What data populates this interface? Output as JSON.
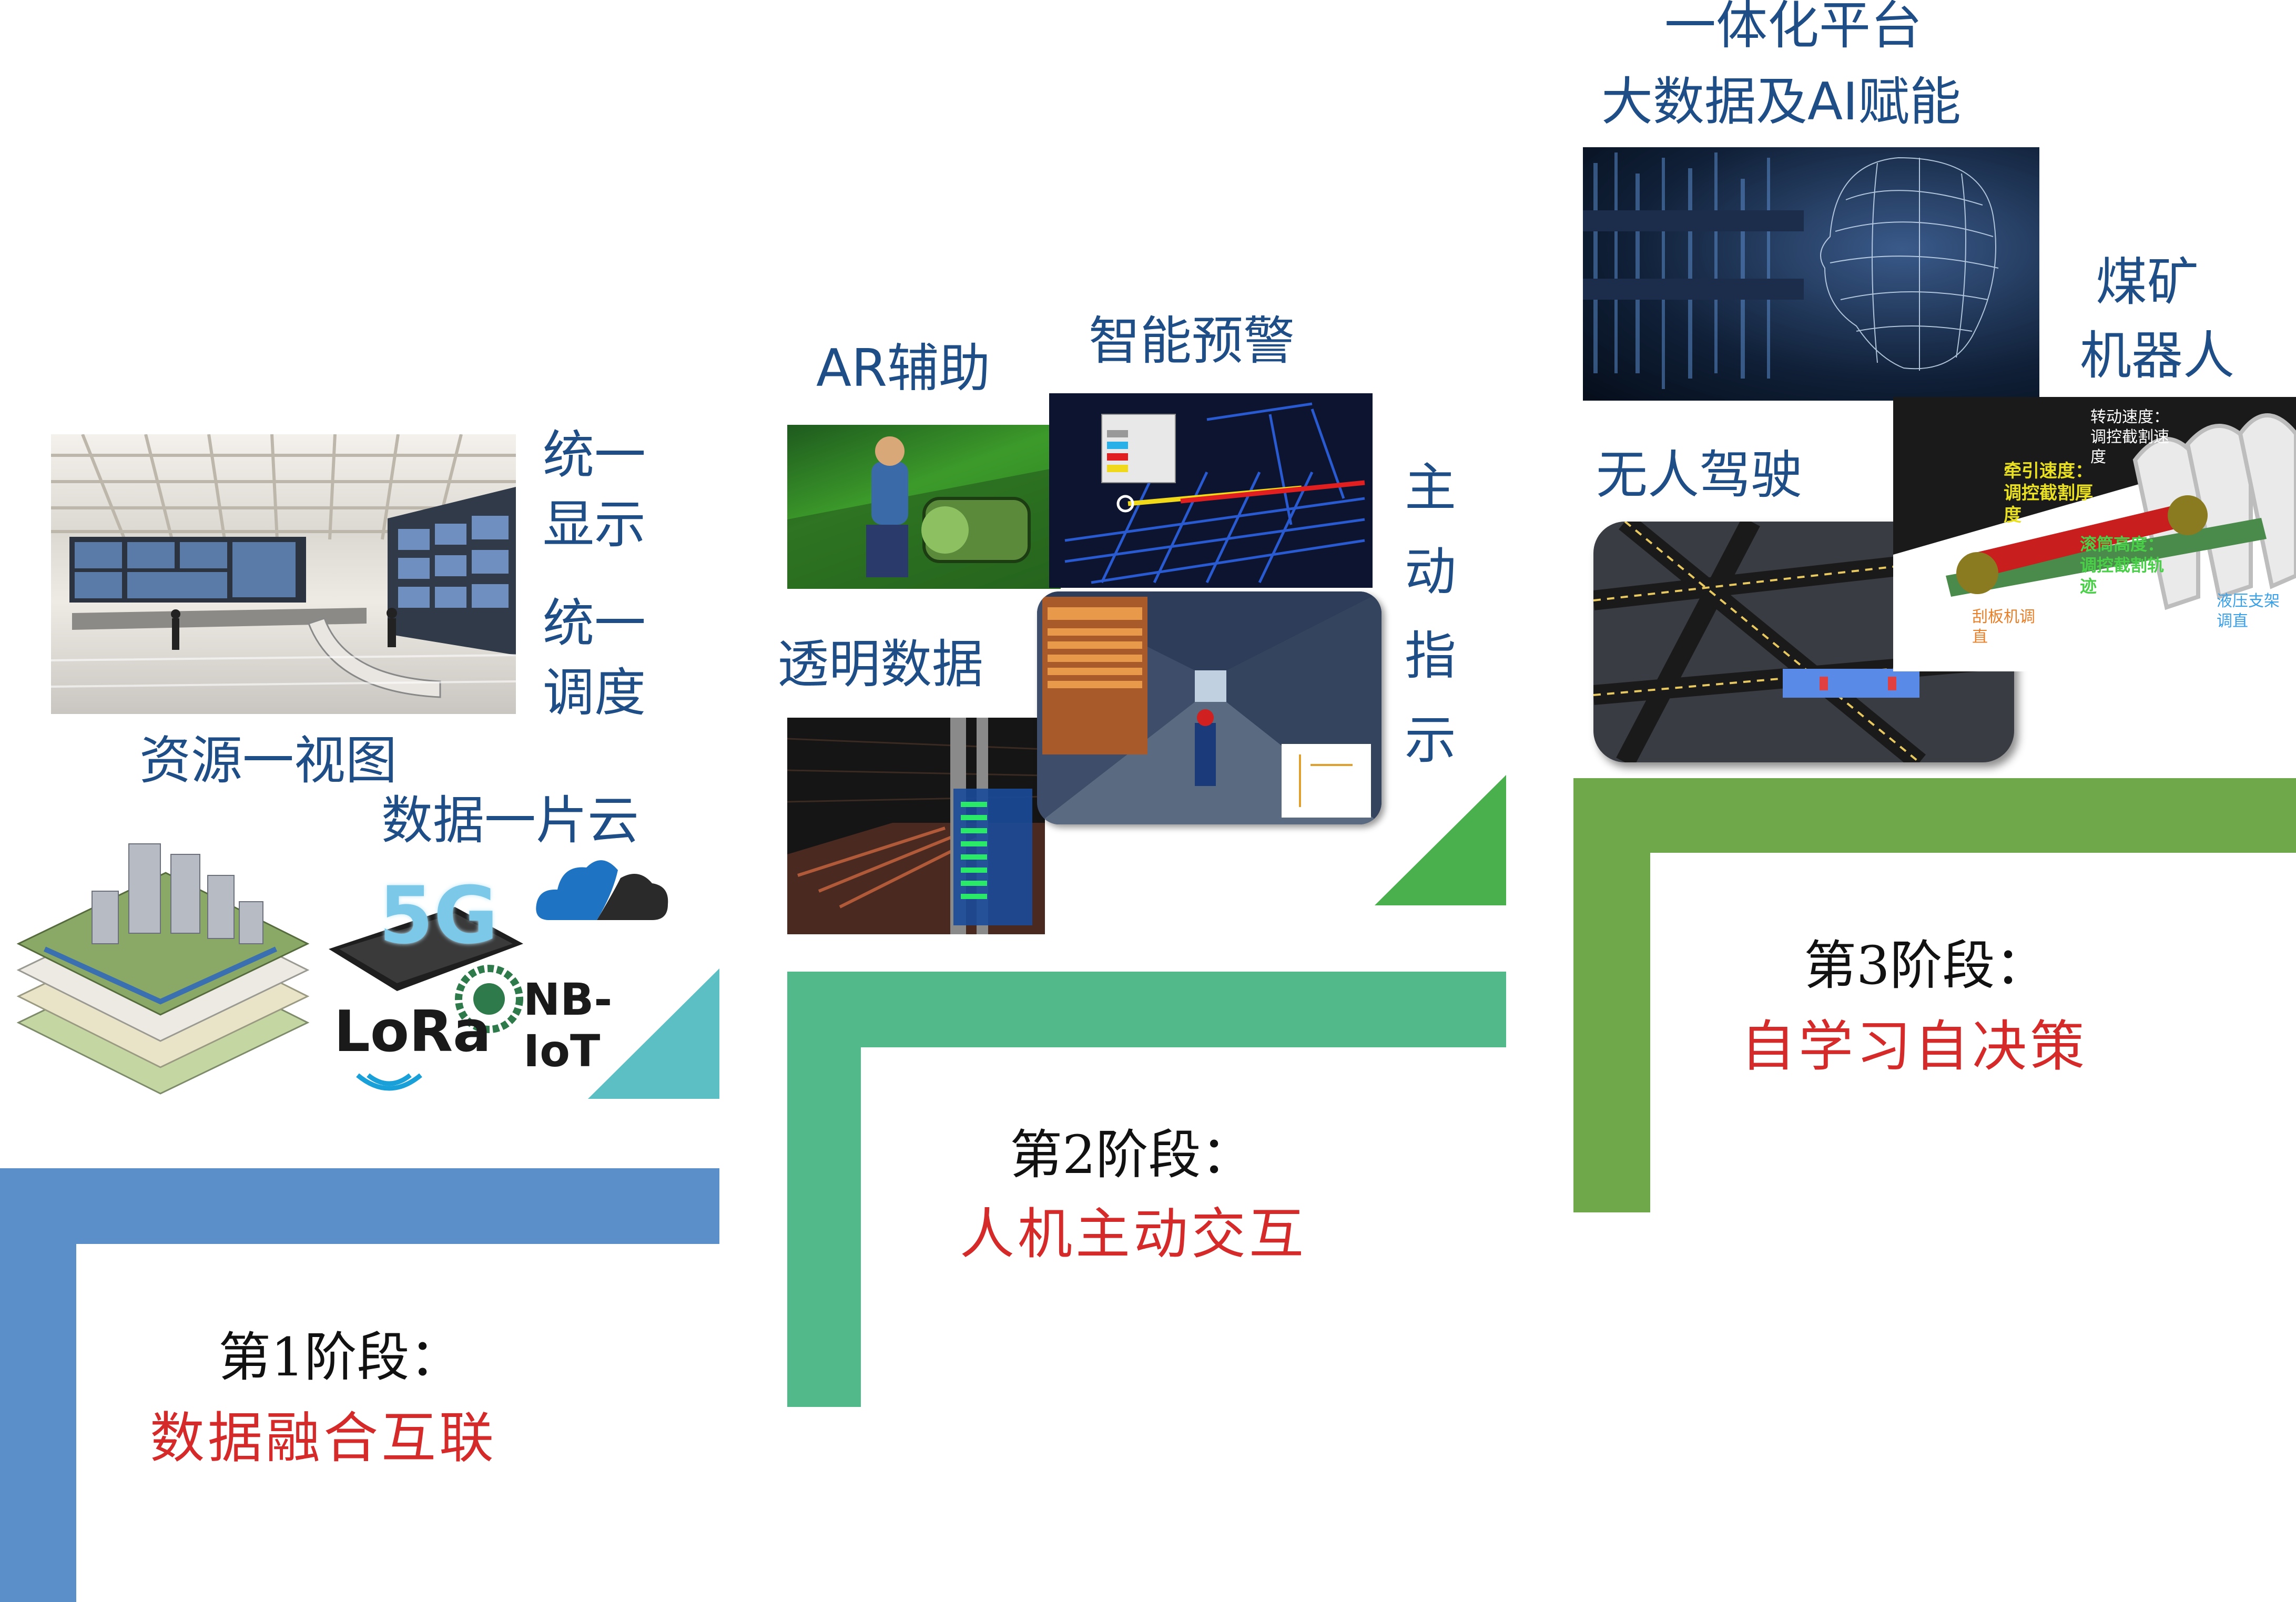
{
  "colors": {
    "stage1": "#5b8fc9",
    "stage2": "#52b98a",
    "stage3": "#6ea84a",
    "stage1_triangle": "#5bbfc4",
    "stage2_triangle": "#4ab04e",
    "label_blue": "#1f4e86",
    "subtitle_red": "#d42a2a"
  },
  "stage1": {
    "title": "第1阶段：",
    "subtitle": "数据融合互联",
    "labels": {
      "unified_display": "统一显示",
      "unified_dispatch": "统一调度",
      "resource_view": "资源一视图",
      "data_cloud": "数据一片云"
    },
    "logos": {
      "fiveg": "5G",
      "nbiot": "NB-IoT",
      "lora": "LoRa"
    }
  },
  "stage2": {
    "title": "第2阶段：",
    "subtitle": "人机主动交互",
    "labels": {
      "ar_assist": "AR辅助",
      "smart_warning": "智能预警",
      "transparent_data": "透明数据",
      "active_guidance": "主动指示"
    }
  },
  "stage3": {
    "title": "第3阶段：",
    "subtitle": "自学习自决策",
    "labels": {
      "platform_line1": "一体化平台",
      "platform_line2": "大数据及AI赋能",
      "robot_line1": "煤矿",
      "robot_line2": "机器人",
      "autonomous": "无人驾驶"
    },
    "robot_annotations": {
      "rotate_speed": "转动速度：调控截割速度",
      "traction_speed": "牵引速度：调控截割厚度",
      "drum_height": "滚筒高度：调控截割轨迹",
      "scraper": "刮板机调直",
      "hydraulic": "液压支架调直"
    }
  }
}
